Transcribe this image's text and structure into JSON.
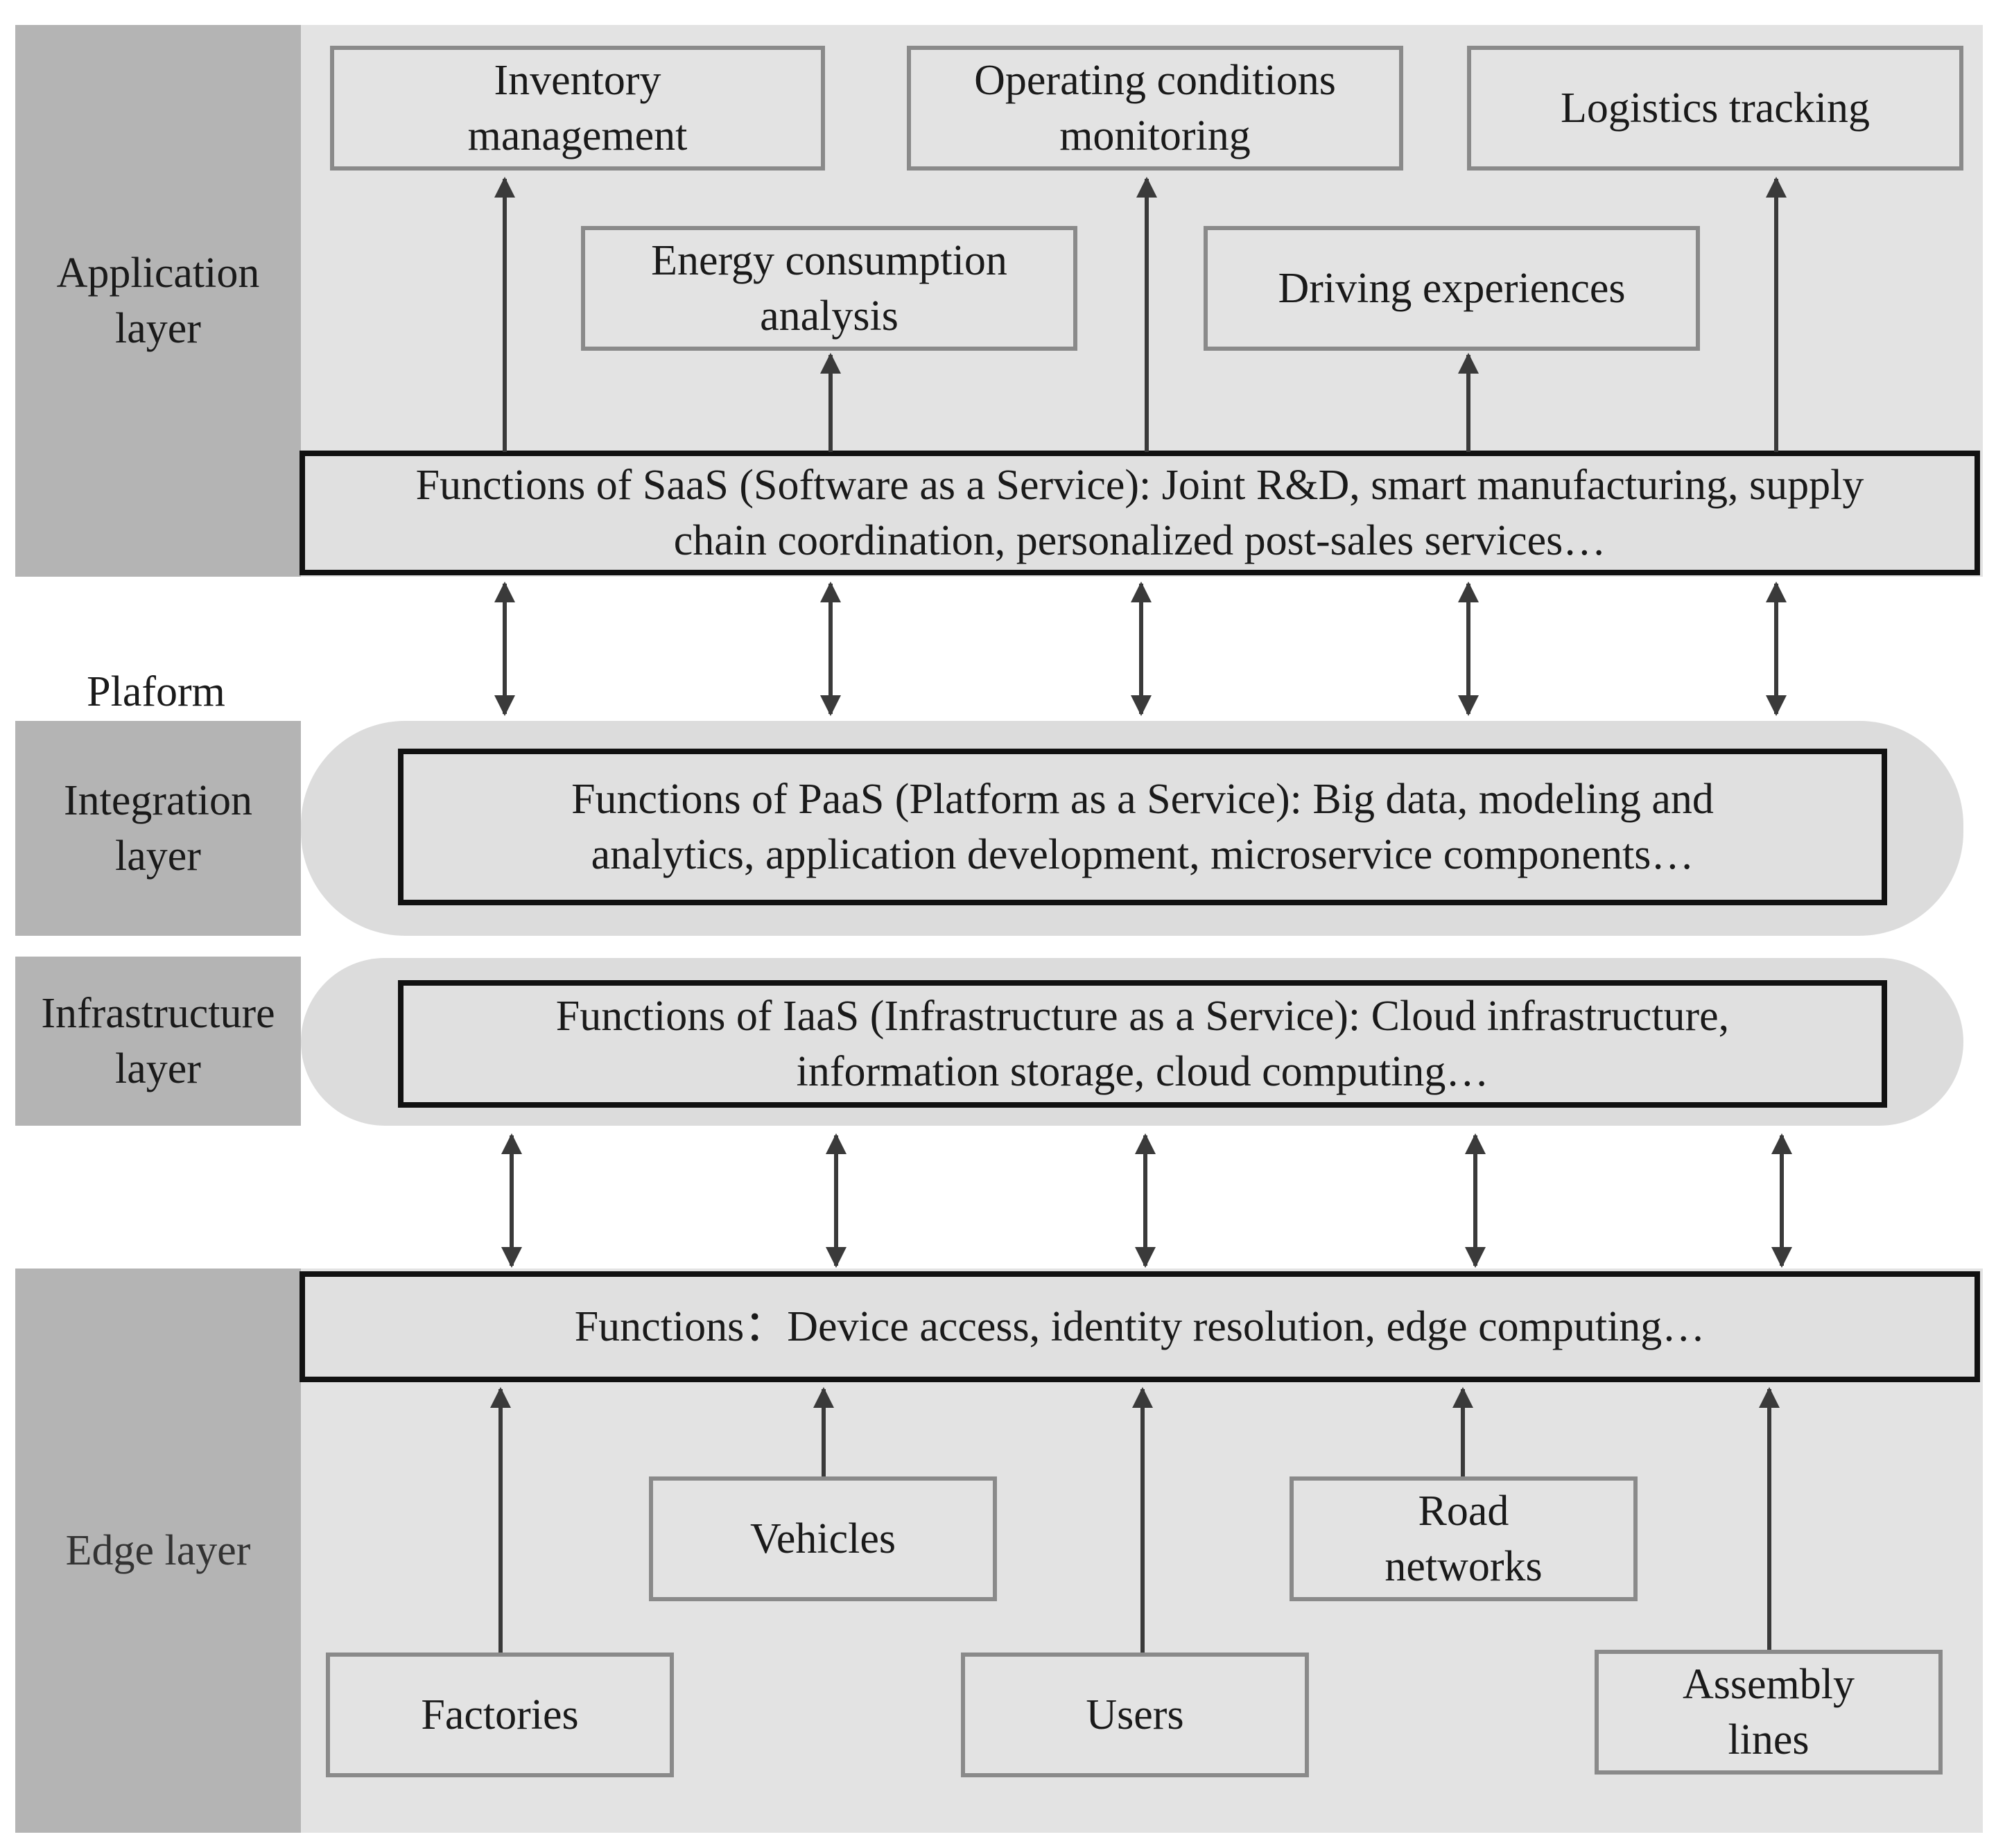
{
  "layers": {
    "application": "Application\nlayer",
    "platform": "Plaform",
    "integration": "Integration\nlayer",
    "infrastructure": "Infrastructure\nlayer",
    "edge": "Edge layer"
  },
  "functions": {
    "saas": "Functions of SaaS (Software as a Service): Joint R&D, smart manufacturing, supply\nchain coordination, personalized post-sales services…",
    "paas": "Functions of PaaS (Platform as a Service): Big data, modeling and\nanalytics, application development, microservice components…",
    "iaas": "Functions of IaaS (Infrastructure as a Service): Cloud infrastructure,\ninformation storage, cloud computing…",
    "edge": "Functions：Device access, identity resolution, edge computing…"
  },
  "applications": {
    "inventory": "Inventory\nmanagement",
    "operating": "Operating conditions\nmonitoring",
    "logistics": "Logistics tracking",
    "energy": "Energy consumption\nanalysis",
    "driving": "Driving experiences"
  },
  "edge_sources": {
    "vehicles": "Vehicles",
    "road": "Road\nnetworks",
    "factories": "Factories",
    "users": "Users",
    "assembly": "Assembly\nlines"
  }
}
